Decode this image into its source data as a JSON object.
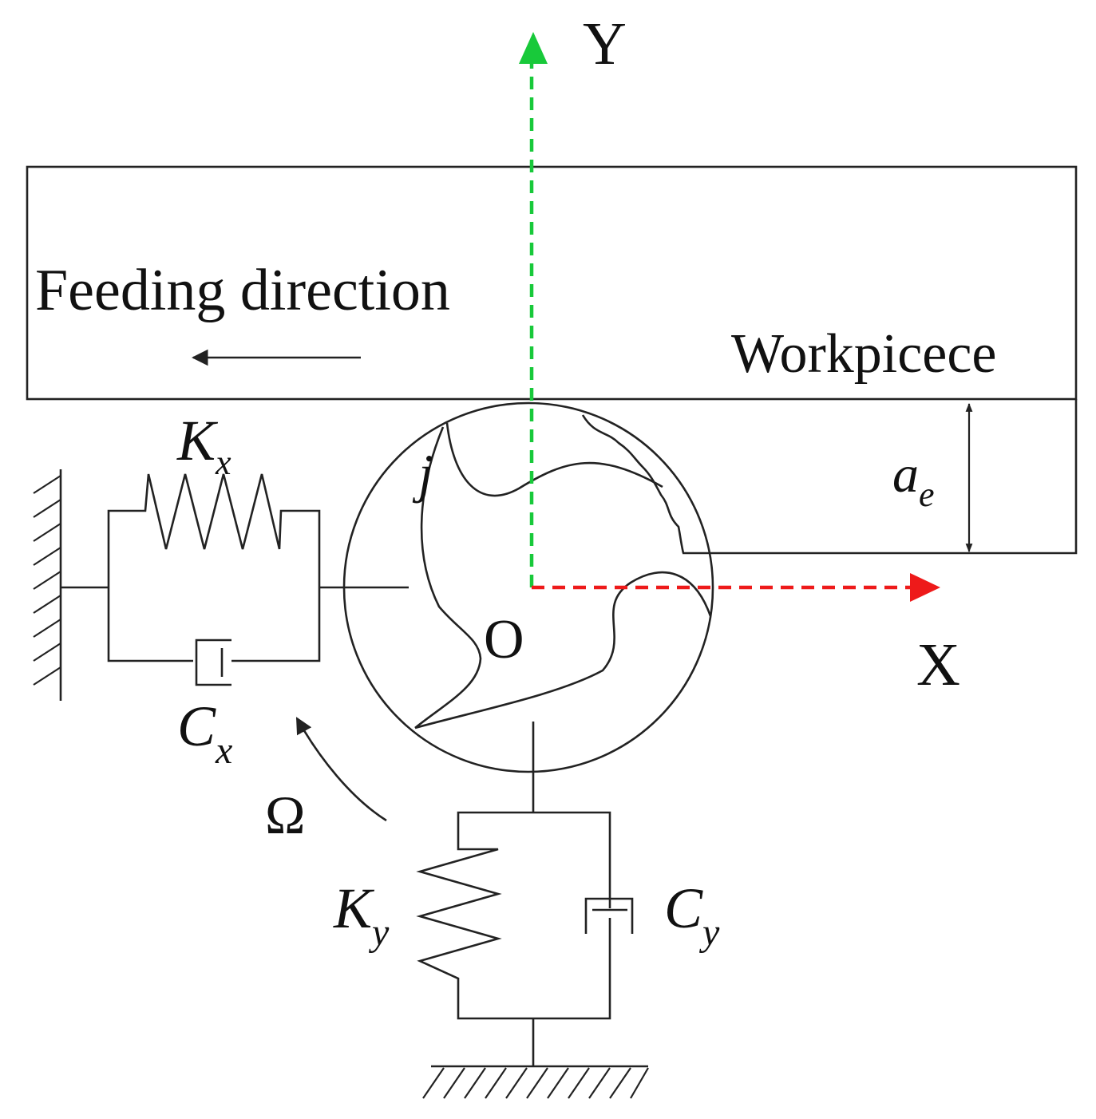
{
  "labels": {
    "y_axis": "Y",
    "x_axis": "X",
    "feeding": "Feeding direction",
    "workpiece": "Workpicece",
    "ae_main": "a",
    "ae_sub": "e",
    "kx_main": "K",
    "kx_sub": "x",
    "cx_main": "C",
    "cx_sub": "x",
    "ky_main": "K",
    "ky_sub": "y",
    "cy_main": "C",
    "cy_sub": "y",
    "origin": "O",
    "omega": "Ω",
    "tooth": "j"
  },
  "colors": {
    "y_axis": "#18c93a",
    "x_axis": "#ee1a1a",
    "y_label": "#12a84a",
    "x_label": "#e81515",
    "line": "#222222"
  }
}
